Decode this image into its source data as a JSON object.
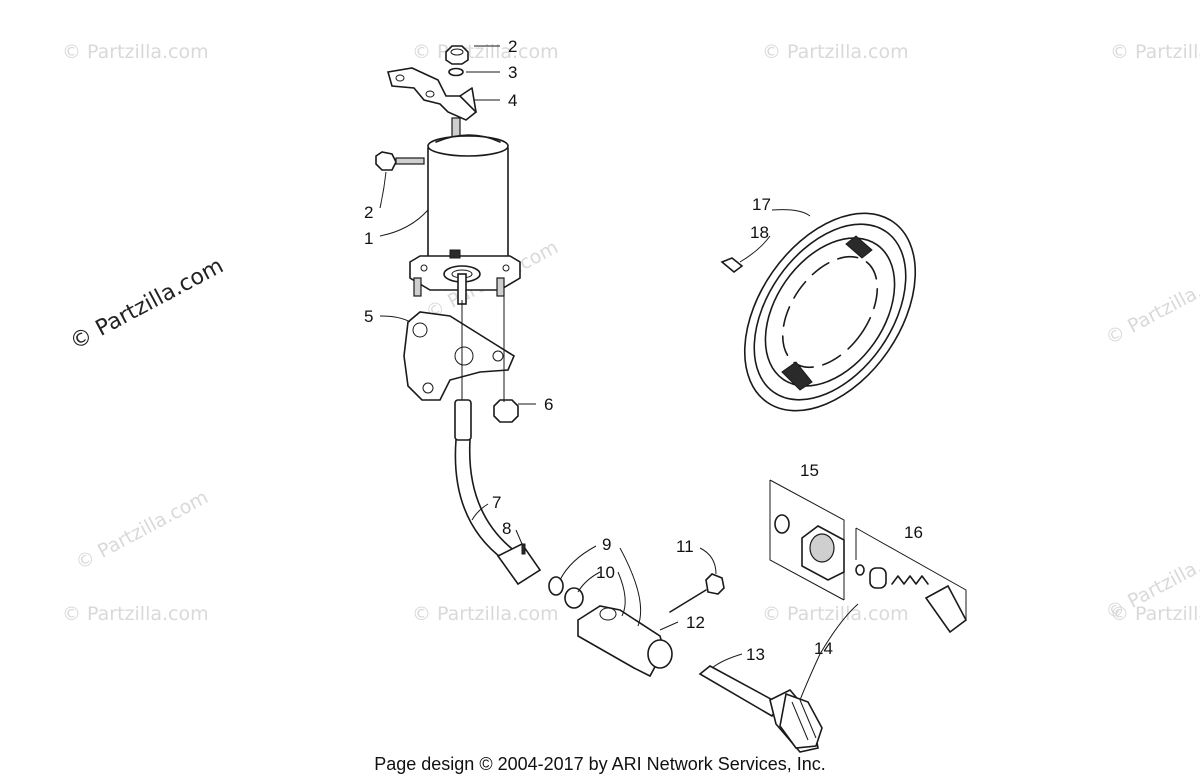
{
  "watermark": "© Partzilla.com",
  "watermark_primary": "© Partzilla.com",
  "footer": "Page design © 2004-2017 by ARI Network Services, Inc.",
  "callouts": {
    "c1": "1",
    "c2a": "2",
    "c2b": "2",
    "c3": "3",
    "c4": "4",
    "c5": "5",
    "c6": "6",
    "c7": "7",
    "c8": "8",
    "c9": "9",
    "c10": "10",
    "c11": "11",
    "c12": "12",
    "c13": "13",
    "c14": "14",
    "c15": "15",
    "c16": "16",
    "c17": "17",
    "c18": "18"
  },
  "colors": {
    "line": "#1a1a1a",
    "watermark": "#d9d9d9",
    "background": "#ffffff"
  }
}
